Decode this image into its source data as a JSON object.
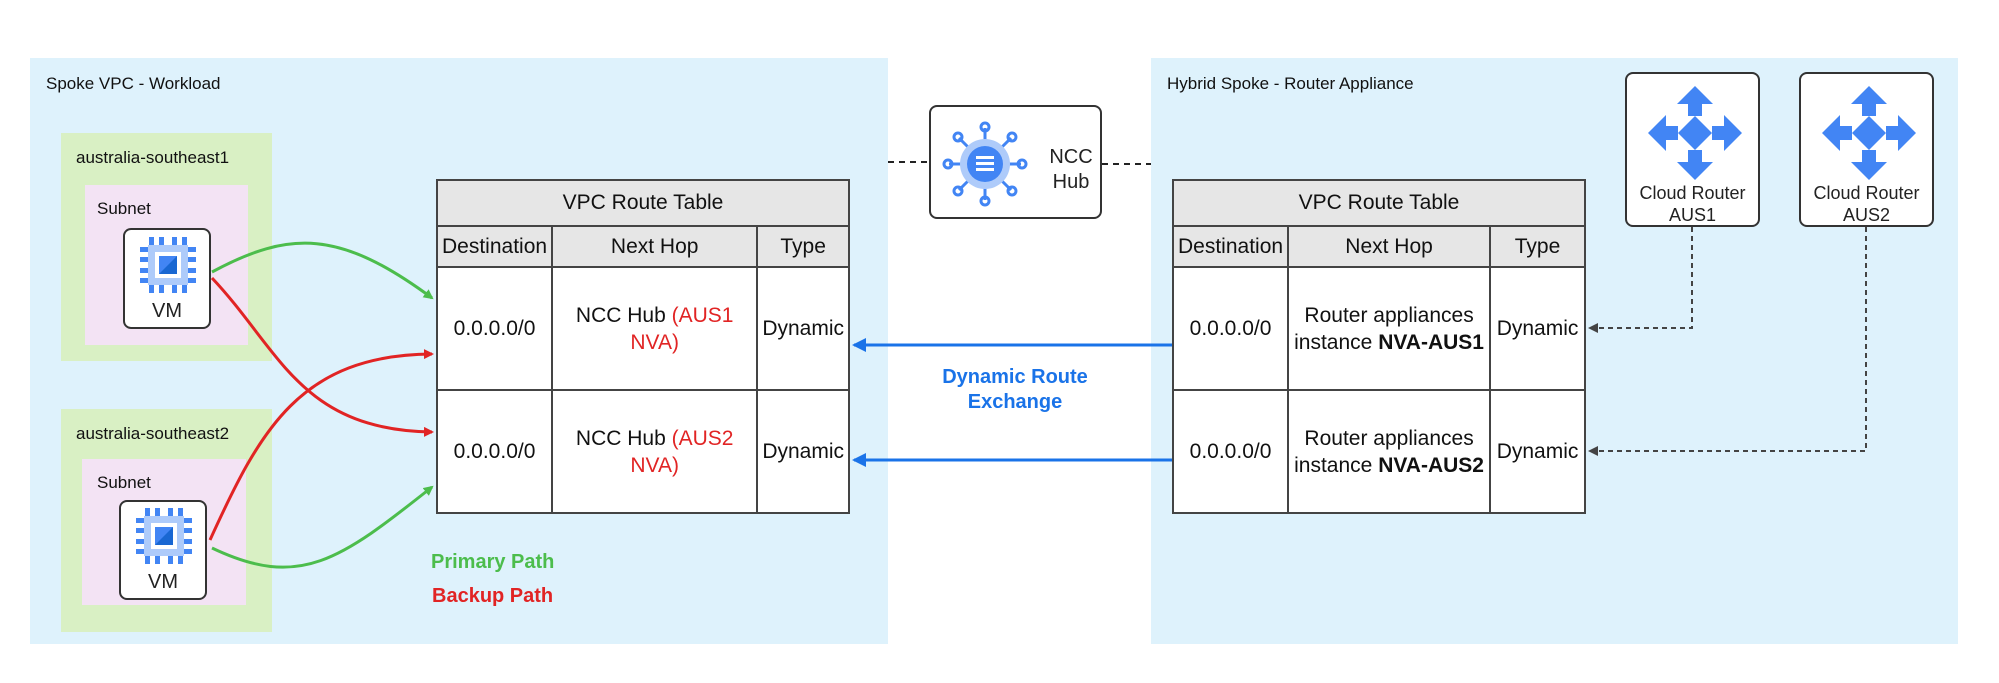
{
  "spoke_vpc": {
    "title": "Spoke VPC - Workload"
  },
  "hybrid_spoke": {
    "title": "Hybrid Spoke - Router Appliance"
  },
  "regions": [
    {
      "name": "australia-southeast1",
      "subnet_label": "Subnet",
      "vm_label": "VM"
    },
    {
      "name": "australia-southeast2",
      "subnet_label": "Subnet",
      "vm_label": "VM"
    }
  ],
  "ncc_hub": {
    "label_line1": "NCC",
    "label_line2": "Hub"
  },
  "left_table": {
    "title": "VPC Route Table",
    "headers": [
      "Destination",
      "Next Hop",
      "Type"
    ],
    "rows": [
      {
        "destination": "0.0.0.0/0",
        "next_hop": "NCC Hub",
        "next_hop_highlight_1": "(AUS1",
        "next_hop_highlight_2": "NVA)",
        "type": "Dynamic"
      },
      {
        "destination": "0.0.0.0/0",
        "next_hop": "NCC Hub",
        "next_hop_highlight_1": "(AUS2",
        "next_hop_highlight_2": "NVA)",
        "type": "Dynamic"
      }
    ]
  },
  "right_table": {
    "title": "VPC Route Table",
    "headers": [
      "Destination",
      "Next Hop",
      "Type"
    ],
    "rows": [
      {
        "destination": "0.0.0.0/0",
        "next_hop_line1": "Router appliances",
        "next_hop_prefix": "instance",
        "next_hop_bold": "NVA-AUS1",
        "type": "Dynamic"
      },
      {
        "destination": "0.0.0.0/0",
        "next_hop_line1": "Router appliances",
        "next_hop_prefix": "instance",
        "next_hop_bold": "NVA-AUS2",
        "type": "Dynamic"
      }
    ]
  },
  "exchange_label": {
    "line1": "Dynamic Route",
    "line2": "Exchange"
  },
  "legend": {
    "primary": "Primary Path",
    "backup": "Backup Path"
  },
  "cloud_routers": [
    {
      "line1": "Cloud Router",
      "line2": "AUS1"
    },
    {
      "line1": "Cloud Router",
      "line2": "AUS2"
    }
  ],
  "colors": {
    "vpc_bg": "#def2fc",
    "region_bg": "#d9f0c4",
    "subnet_bg": "#f3e3f4",
    "primary_path": "#4cbd4c",
    "backup_path": "#e12424",
    "exchange": "#1a73e8",
    "icon_blue": "#4285f4"
  },
  "icons": [
    "chip-icon",
    "ncc-hub-icon",
    "router-icon"
  ]
}
